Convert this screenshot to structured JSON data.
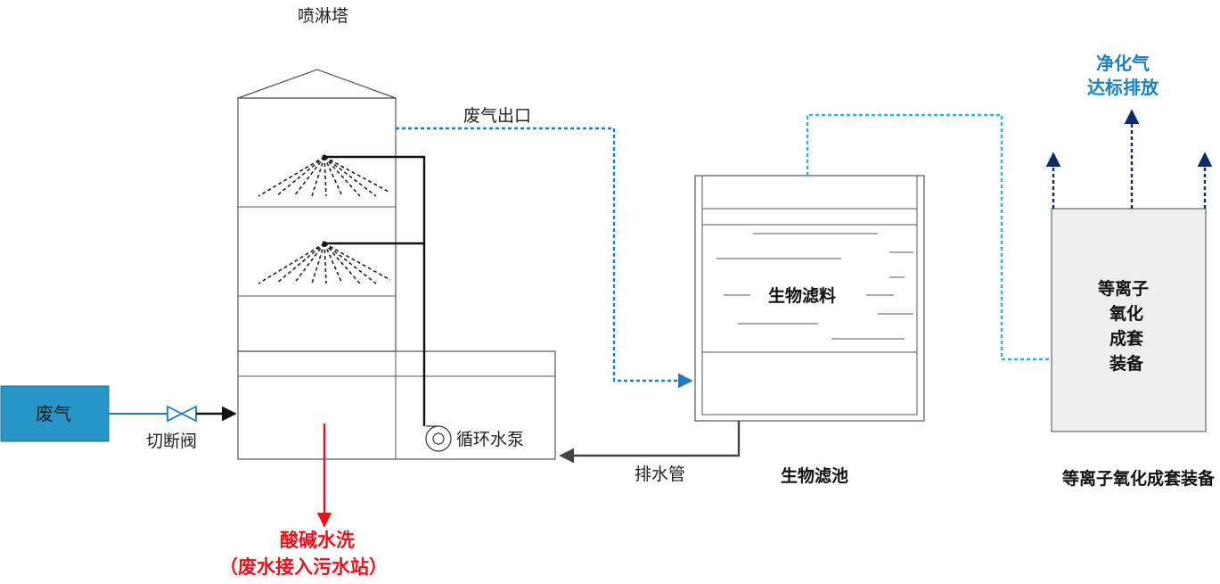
{
  "labels": {
    "spray_tower": "喷淋塔",
    "exhaust_outlet": "废气出口",
    "waste_gas_input": "废气",
    "shutoff_valve": "切断阀",
    "circulation_pump": "循环水泵",
    "drain_pipe": "排水管",
    "bio_media": "生物滤料",
    "bio_filter": "生物滤池",
    "plasma_device_line1": "等离子",
    "plasma_device_line2": "氧化",
    "plasma_device_line3": "成套",
    "plasma_device_line4": "装备",
    "plasma_device_caption": "等离子氧化成套装备",
    "clean_air_line1": "净化气",
    "clean_air_line2": "达标排放",
    "acid_wash_line1": "酸碱水洗",
    "acid_wash_line2": "（废水接入污水站）"
  },
  "colors": {
    "input_box_fill": "#2795c8",
    "gas_line": "#1c7cc8",
    "air_line": "#2eb0e6",
    "discharge_arrow": "#0d2a66",
    "wastewater_arrow": "#e8121d",
    "plasma_box_fill": "#efefef",
    "accent_blue_text": "#1b7fc4"
  }
}
